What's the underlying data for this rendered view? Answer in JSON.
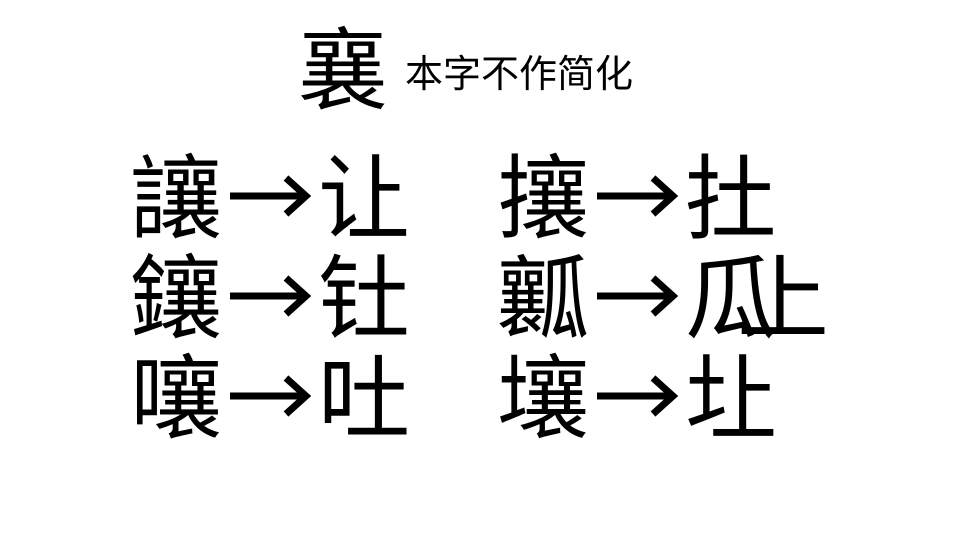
{
  "title": "襄",
  "subtitle": "本字不作简化",
  "pairs": [
    {
      "from": "讓",
      "to": "让"
    },
    {
      "from": "鑲",
      "to": "钍"
    },
    {
      "from": "嚷",
      "to": "吐"
    },
    {
      "from": "攘",
      "to": "扗"
    },
    {
      "from": "瓤",
      "to": "瓜上"
    },
    {
      "from": "壤",
      "to": "圵"
    }
  ],
  "arrow_icon": "right-arrow"
}
